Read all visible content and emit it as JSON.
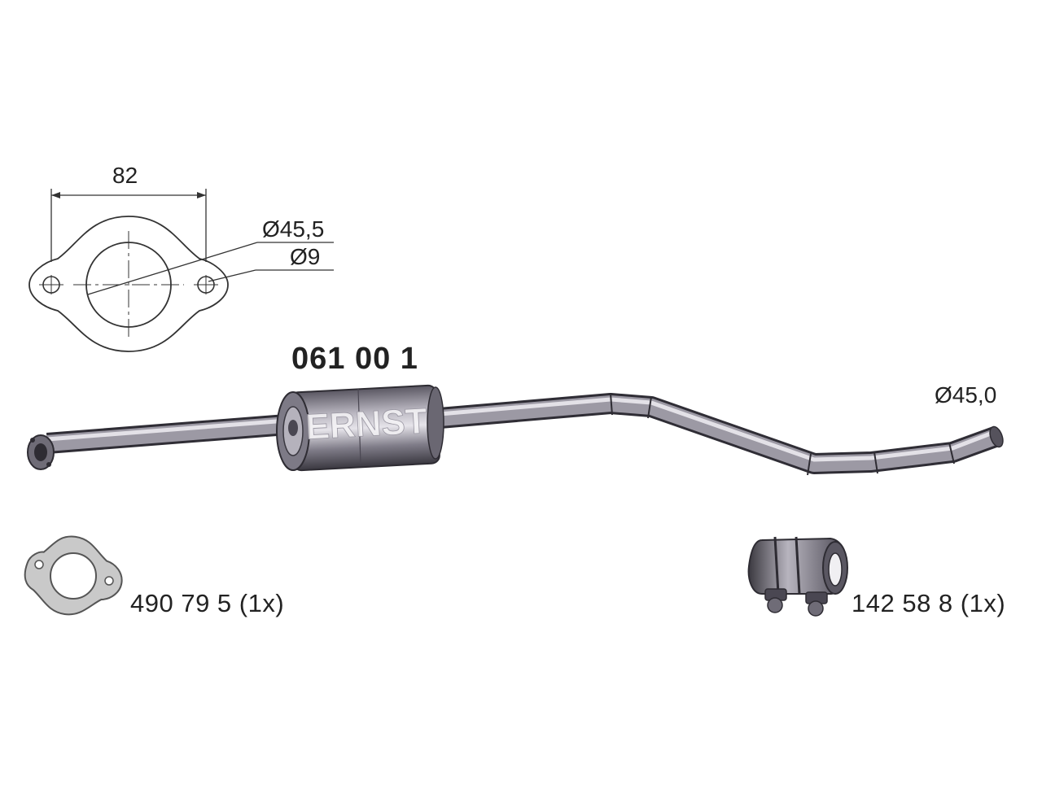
{
  "part_number": "061 00 1",
  "brand_mark": "ERNST",
  "flange_drawing": {
    "bolt_spacing": "82",
    "bore_diameter": "Ø45,5",
    "bolt_hole_diameter": "Ø9"
  },
  "pipe_outlet_diameter": "Ø45,0",
  "accessories": [
    {
      "label": "490 79 5 (1x)",
      "icon": "gasket-icon"
    },
    {
      "label": "142 58 8 (1x)",
      "icon": "pipe-clamp-icon"
    }
  ],
  "colors": {
    "metal_dark": "#4a4752",
    "metal_mid": "#8b8794",
    "metal_light": "#d8d6dc",
    "gasket": "#c9c9c9",
    "line": "#333333"
  }
}
